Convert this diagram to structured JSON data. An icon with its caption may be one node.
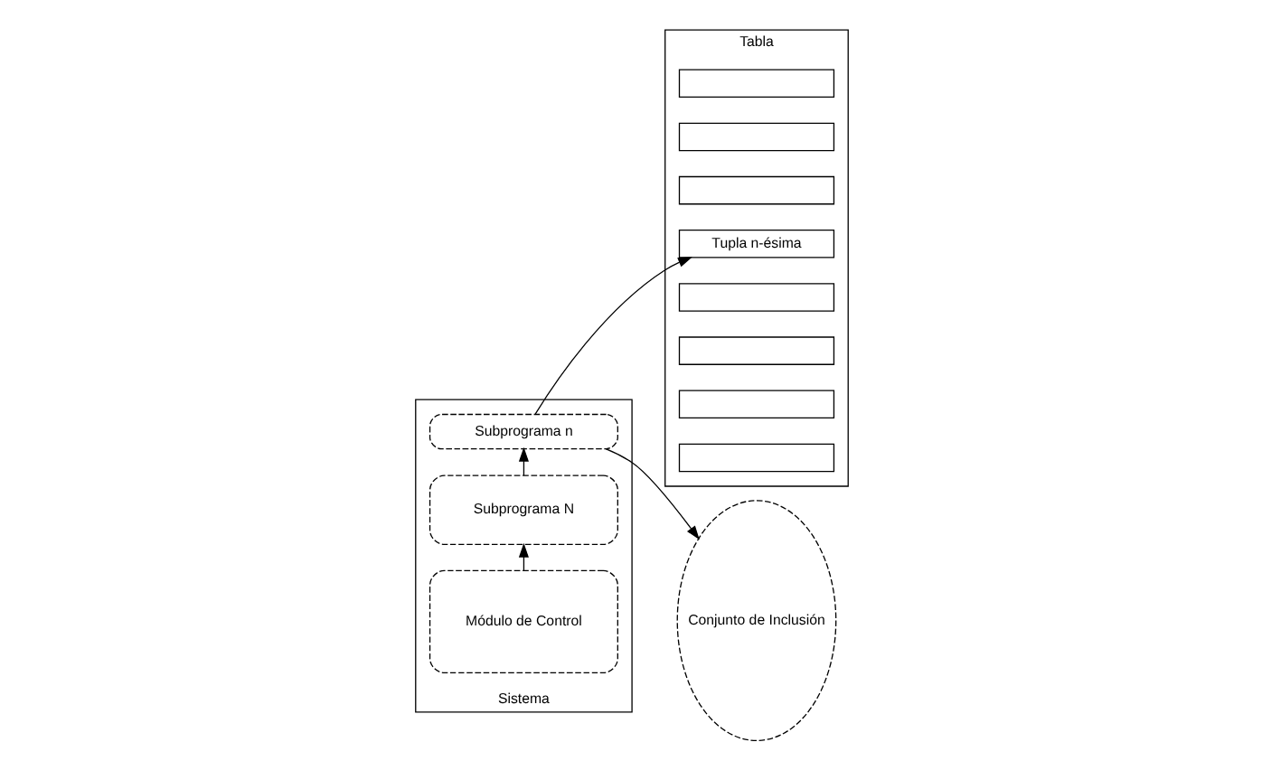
{
  "diagram": {
    "nodes": [
      {
        "text": [
          "Sistema"
        ]
      },
      {
        "text": [
          "Módulo de Control"
        ],
        "in": 0
      },
      {
        "text": [
          "Subprograma N"
        ],
        "in": 0
      },
      {
        "text": [
          "Subprograma n"
        ],
        "in": 0
      },
      {
        "text": [
          "Tabla"
        ]
      },
      {
        "text": [],
        "shape": "box",
        "in": 4
      },
      {
        "text": [],
        "shape": "box",
        "in": 4
      },
      {
        "text": [],
        "shape": "box",
        "in": 4
      },
      {
        "text": [
          "Tupla n-ésima"
        ],
        "in": 4
      },
      {
        "text": [],
        "shape": "box",
        "in": 4
      },
      {
        "text": [],
        "shape": "box",
        "in": 4
      },
      {
        "text": [],
        "shape": "box",
        "in": 4
      },
      {
        "text": [],
        "shape": "box",
        "in": 4
      },
      {
        "text": [
          "Conjunto de Inclusión"
        ]
      }
    ],
    "edges": [
      {
        "from": 1,
        "to": 2,
        "arrow": "to"
      },
      {
        "from": 2,
        "to": 3,
        "arrow": "to"
      },
      {
        "from": 3,
        "to": 8,
        "arrow": "to"
      },
      {
        "from": 3,
        "to": 13,
        "arrow": "to"
      }
    ]
  }
}
